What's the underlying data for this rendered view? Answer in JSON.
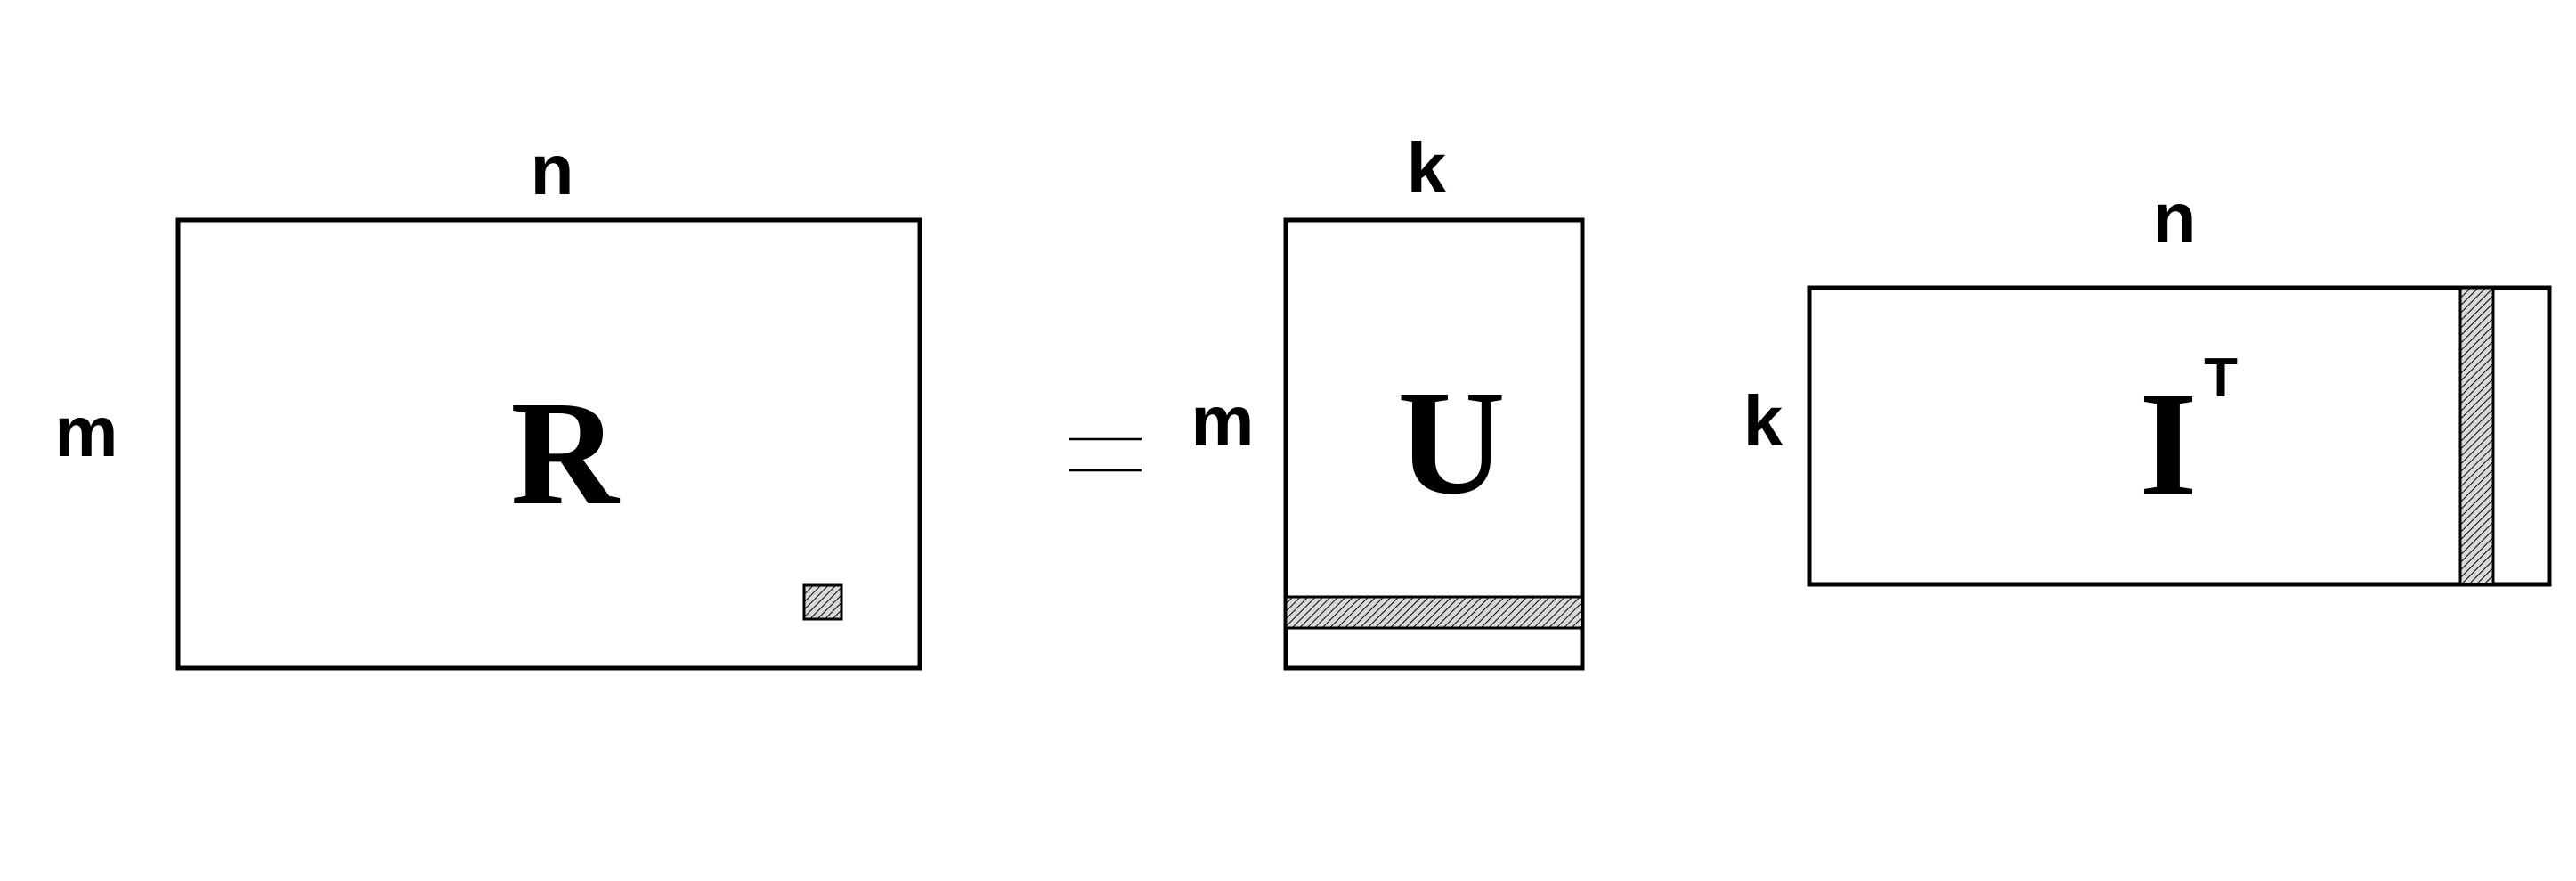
{
  "matrix_r": {
    "name": "R",
    "cols_label": "n",
    "rows_label": "m"
  },
  "equals": {
    "symbol": "="
  },
  "matrix_u": {
    "name": "U",
    "cols_label": "k",
    "rows_label": "m"
  },
  "matrix_it": {
    "name": "I",
    "superscript": "T",
    "cols_label": "n",
    "rows_label": "k"
  },
  "colors": {
    "stroke": "#000000",
    "background": "#ffffff",
    "hatch_fill": "#d9d9d9"
  }
}
